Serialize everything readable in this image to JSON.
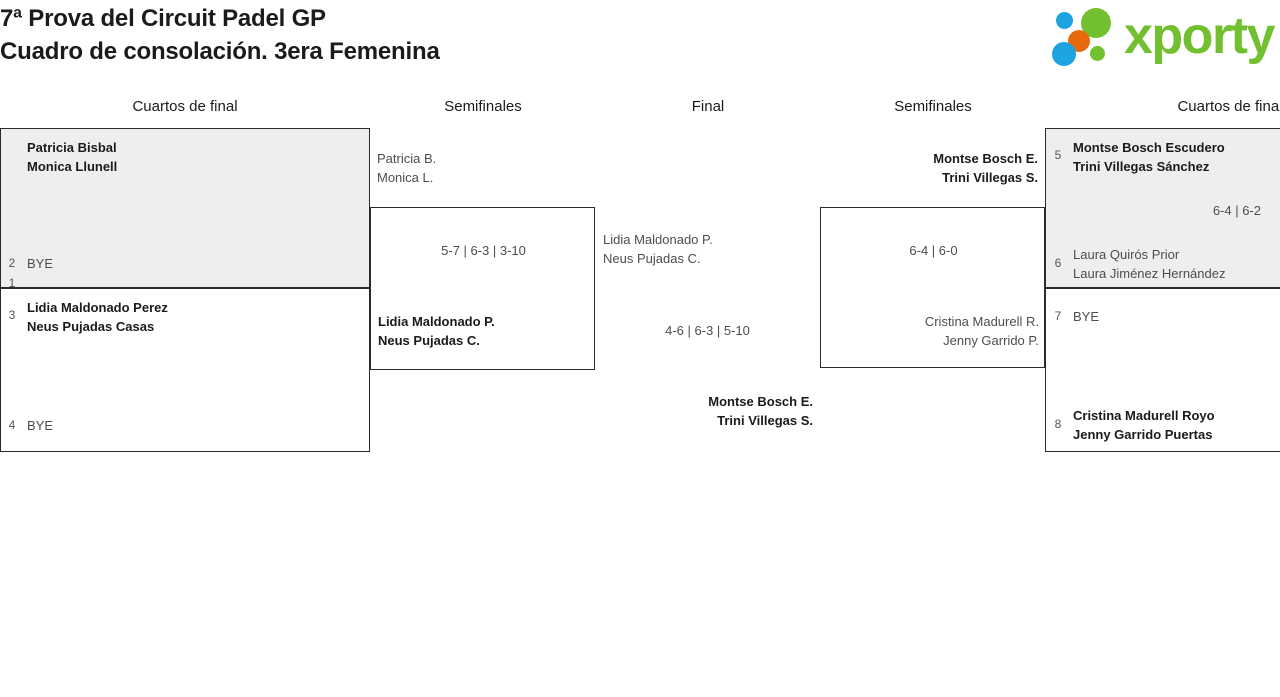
{
  "header": {
    "title_line1": "7ª Prova del Circuit Padel GP",
    "title_line2": "Cuadro de consolación. 3era Femenina",
    "logo_text": "xporty",
    "logo_colors": {
      "green": "#72bf2f",
      "orange": "#e8690b",
      "blue": "#1ca3e0"
    }
  },
  "rounds": [
    {
      "label": "Cuartos de final",
      "side": "left"
    },
    {
      "label": "Semifinales",
      "side": "left"
    },
    {
      "label": "Final",
      "side": "center"
    },
    {
      "label": "Semifinales",
      "side": "right"
    },
    {
      "label": "Cuartos de final",
      "side": "right"
    }
  ],
  "bracket": {
    "left_quarters": [
      {
        "shaded": true,
        "top": {
          "seed": "1",
          "line1": "Patricia Bisbal",
          "line2": "Monica Llunell",
          "state": "winner"
        },
        "score": "",
        "bottom": {
          "seed": "2",
          "line1": "BYE",
          "line2": "",
          "state": "bye"
        }
      },
      {
        "shaded": false,
        "top": {
          "seed": "3",
          "line1": "Lidia Maldonado Perez",
          "line2": "Neus Pujadas Casas",
          "state": "winner"
        },
        "score": "",
        "bottom": {
          "seed": "4",
          "line1": "BYE",
          "line2": "",
          "state": "bye"
        }
      }
    ],
    "left_semifinal": {
      "top": {
        "line1": "Patricia B.",
        "line2": "Monica L.",
        "state": "loser"
      },
      "score": "5-7 | 6-3 | 3-10",
      "bottom": {
        "line1": "Lidia Maldonado P.",
        "line2": "Neus Pujadas C.",
        "state": "winner"
      }
    },
    "final": {
      "top": {
        "line1": "Lidia Maldonado P.",
        "line2": "Neus Pujadas C.",
        "state": "loser"
      },
      "score": "4-6 | 6-3 | 5-10",
      "bottom": {
        "line1": "Montse Bosch E.",
        "line2": "Trini Villegas S.",
        "state": "winner"
      }
    },
    "right_semifinal": {
      "top": {
        "line1": "Montse Bosch E.",
        "line2": "Trini Villegas S.",
        "state": "winner"
      },
      "score": "6-4 | 6-0",
      "bottom": {
        "line1": "Cristina Madurell R.",
        "line2": "Jenny Garrido P.",
        "state": "loser"
      }
    },
    "right_quarters": [
      {
        "shaded": true,
        "top": {
          "seed": "5",
          "line1": "Montse Bosch Escudero",
          "line2": "Trini Villegas Sánchez",
          "state": "winner"
        },
        "score": "6-4 | 6-2",
        "bottom": {
          "seed": "6",
          "line1": "Laura Quirós Prior",
          "line2": "Laura Jiménez Hernández",
          "state": "loser"
        }
      },
      {
        "shaded": false,
        "top": {
          "seed": "7",
          "line1": "BYE",
          "line2": "",
          "state": "bye"
        },
        "score": "",
        "bottom": {
          "seed": "8",
          "line1": "Cristina Madurell Royo",
          "line2": "Jenny Garrido Puertas",
          "state": "winner"
        }
      }
    ]
  }
}
